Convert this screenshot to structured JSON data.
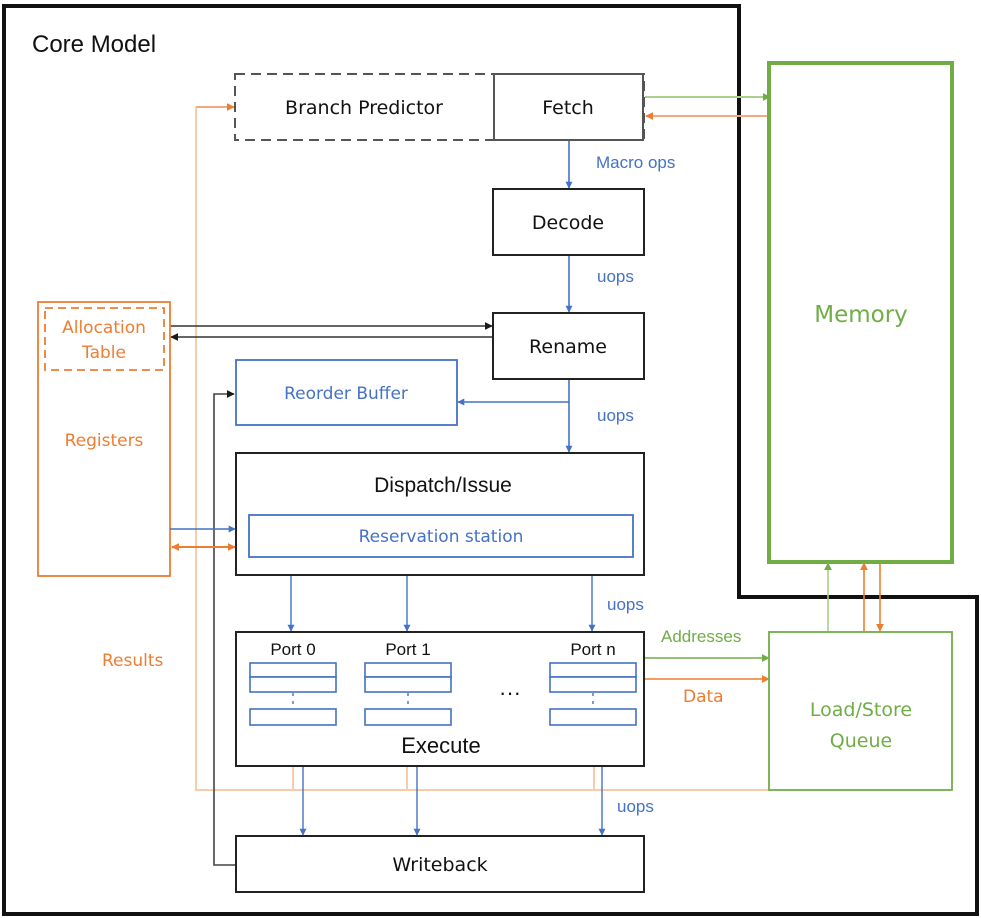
{
  "title": "Core Model",
  "colors": {
    "black": "#1a1a1a",
    "blue": "#4472c4",
    "orange": "#ed7d31",
    "orange_light": "#f8cbad",
    "green": "#70ad47",
    "green_light": "#a9d18e",
    "gray": "#595959"
  },
  "blocks": {
    "branch_predictor": "Branch Predictor",
    "fetch": "Fetch",
    "decode": "Decode",
    "rename": "Rename",
    "reorder_buffer": "Reorder Buffer",
    "dispatch_issue": "Dispatch/Issue",
    "reservation_station": "Reservation station",
    "execute": "Execute",
    "writeback": "Writeback",
    "memory": "Memory",
    "load_store_queue_line1": "Load/Store",
    "load_store_queue_line2": "Queue",
    "allocation_table_line1": "Allocation",
    "allocation_table_line2": "Table",
    "registers": "Registers"
  },
  "ports": [
    {
      "label": "Port 0"
    },
    {
      "label": "Port 1"
    },
    {
      "label": "Port n"
    }
  ],
  "ellipsis": "···",
  "edge_labels": {
    "macro_ops": "Macro ops",
    "uops_decode": "uops",
    "uops_rename": "uops",
    "uops_dispatch": "uops",
    "uops_execute": "uops",
    "addresses": "Addresses",
    "data": "Data",
    "results": "Results"
  }
}
